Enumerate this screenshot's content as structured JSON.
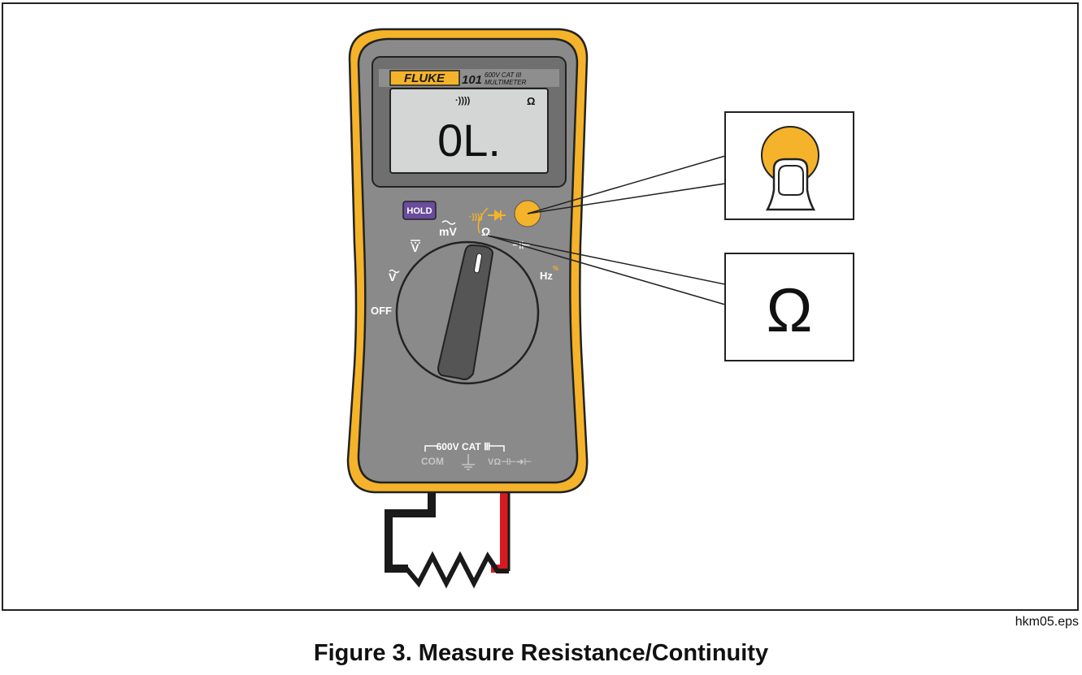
{
  "meter": {
    "brand": "FLUKE",
    "model": "101",
    "rating_line1": "600V  CAT III",
    "rating_line2": "MULTIMETER",
    "display": {
      "reading": "0L.",
      "continuity_symbol": "·))))",
      "unit": "Ω"
    },
    "hold_button": "HOLD",
    "dial_positions": {
      "off": "OFF",
      "ac_volts": "V",
      "dc_volts": "V",
      "millivolts": "mV",
      "ohms": "Ω",
      "capacitance": "⊣⊢",
      "frequency": "Hz",
      "duty": "%"
    },
    "jack_panel": {
      "rating": "600V CAT Ⅲ",
      "com": "COM",
      "input": "VΩ⊣⊢➔⊢"
    }
  },
  "callouts": {
    "button_callout": "yellow-button",
    "ohm_callout": "Ω"
  },
  "colors": {
    "holster": "#f4b32a",
    "body": "#8a8a8a",
    "lcd": "#d4d6d6",
    "hold": "#6a4c9c",
    "accent": "#f4b32a",
    "red_lead": "#d71920",
    "black_lead": "#1a1a1a"
  },
  "file_tag": "hkm05.eps",
  "caption": "Figure 3. Measure Resistance/Continuity"
}
